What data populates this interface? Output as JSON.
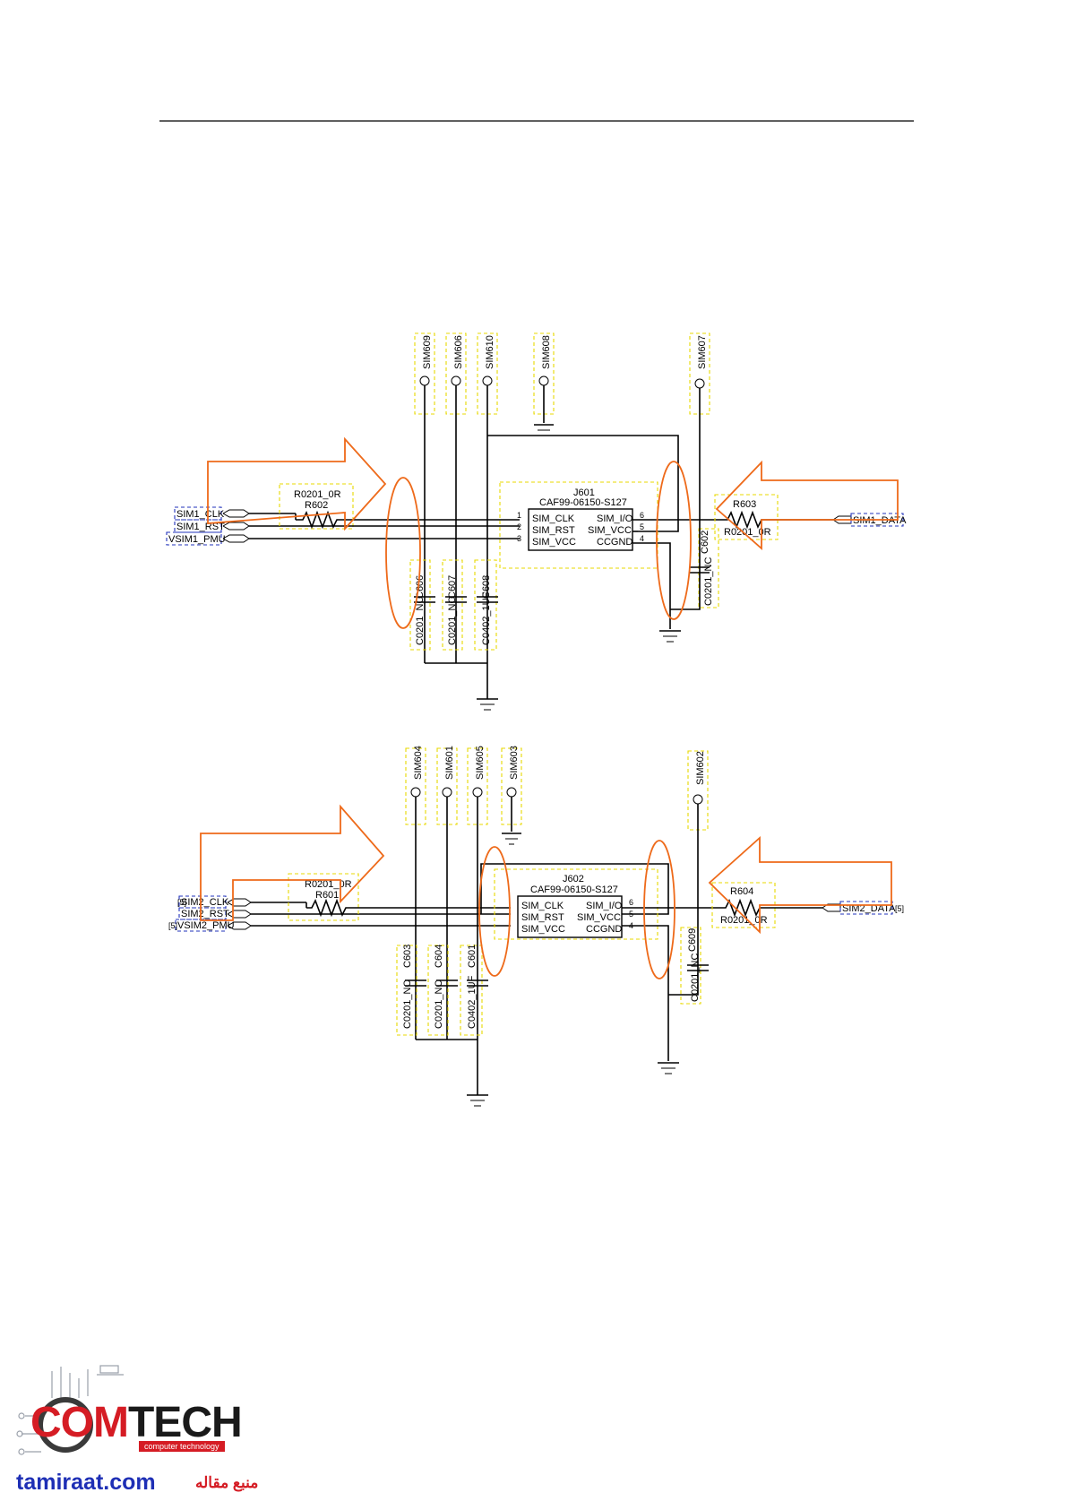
{
  "schematic": {
    "sim1": {
      "testpoints": [
        "SIM609",
        "SIM606",
        "SIM610",
        "SIM608",
        "SIM607"
      ],
      "nets_left": [
        "SIM1_CLK",
        "SIM1_RST",
        "VSIM1_PMU"
      ],
      "net_right": "SIM1_DATA",
      "connector_ref": "J601",
      "connector_part": "CAF99-06150-S127",
      "pins_left": [
        "SIM_CLK",
        "SIM_RST",
        "SIM_VCC"
      ],
      "pins_right": [
        "SIM_I/O",
        "SIM_VCC",
        "CCGND"
      ],
      "pin_nums_left": [
        "1",
        "2",
        "3"
      ],
      "pin_nums_right": [
        "6",
        "5",
        "4"
      ],
      "resistor_left": {
        "ref": "R602",
        "value": "R0201_0R"
      },
      "resistor_right": {
        "ref": "R603",
        "value": "R0201_0R"
      },
      "caps": [
        {
          "ref": "C606",
          "value": "C0201_NC"
        },
        {
          "ref": "C607",
          "value": "C0201_NC"
        },
        {
          "ref": "C608",
          "value": "C0402_1UF"
        },
        {
          "ref": "C602",
          "value": "C0201_NC"
        }
      ]
    },
    "sim2": {
      "testpoints": [
        "SIM604",
        "SIM601",
        "SIM605",
        "SIM603",
        "SIM602"
      ],
      "nets_left": [
        "SIM2_CLK",
        "SIM2_RST",
        "VSIM2_PMU"
      ],
      "net_right": "SIM2_DATA",
      "connector_ref": "J602",
      "connector_part": "CAF99-06150-S127",
      "pins_left": [
        "SIM_CLK",
        "SIM_RST",
        "SIM_VCC"
      ],
      "pins_right": [
        "SIM_I/O",
        "SIM_VCC",
        "CCGND"
      ],
      "pin_nums_right": [
        "6",
        "5",
        "4"
      ],
      "resistor_left": {
        "ref": "R601",
        "value": "R0201_0R"
      },
      "resistor_right": {
        "ref": "R604",
        "value": "R0201_0R"
      },
      "caps": [
        {
          "ref": "C603",
          "value": "C0201_NC"
        },
        {
          "ref": "C604",
          "value": "C0201_NC"
        },
        {
          "ref": "C601",
          "value": "C0402_1UF"
        },
        {
          "ref": "C609",
          "value": "C0201_NC"
        }
      ],
      "sheet_refs": [
        "[5]",
        "[5]",
        "[5]"
      ]
    }
  },
  "watermark": {
    "brand_a": "COM",
    "brand_b": "TECH",
    "tagline": "computer technology",
    "site": "tamiraat.com",
    "arabic": "منبع مقاله"
  },
  "colors": {
    "annotation": "#ee6a1a",
    "component_box": "#e8d800",
    "net_box": "#2233bb",
    "brand_red": "#d51c24",
    "site_blue": "#1e2fb5"
  }
}
